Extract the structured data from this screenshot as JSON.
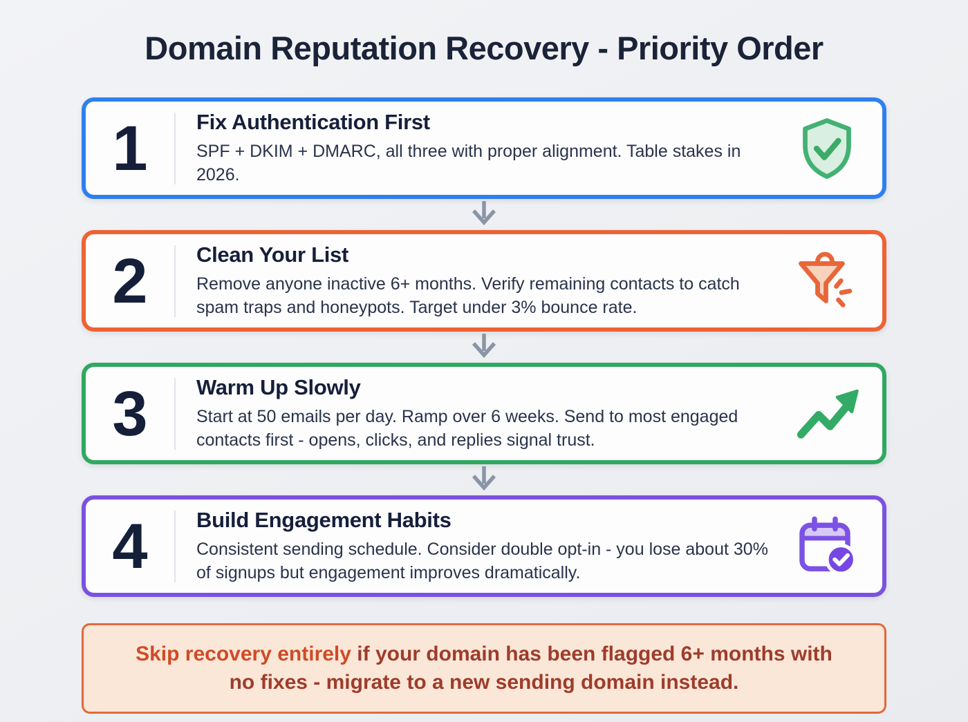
{
  "page": {
    "title": "Domain Reputation Recovery - Priority Order",
    "background_color": "#edeff2",
    "title_color": "#1a2338"
  },
  "steps": [
    {
      "number": "1",
      "title": "Fix Authentication First",
      "description": "SPF + DKIM + DMARC, all three with proper alignment. Table stakes in 2026.",
      "accent_color": "#2e80ee",
      "icon": "shield-check-icon",
      "icon_color": "#43b173"
    },
    {
      "number": "2",
      "title": "Clean Your List",
      "description": "Remove anyone inactive 6+ months. Verify remaining contacts to catch spam traps and honeypots. Target under 3% bounce rate.",
      "accent_color": "#ee6233",
      "icon": "funnel-icon",
      "icon_color": "#e8663a"
    },
    {
      "number": "3",
      "title": "Warm Up Slowly",
      "description": "Start at 50 emails per day. Ramp over 6 weeks. Send to most engaged contacts first - opens, clicks, and replies signal trust.",
      "accent_color": "#2fa860",
      "icon": "trend-up-icon",
      "icon_color": "#33ab66"
    },
    {
      "number": "4",
      "title": "Build Engagement Habits",
      "description": "Consistent sending schedule. Consider double opt-in - you lose about 30% of signups but engagement improves dramatically.",
      "accent_color": "#7b51e0",
      "icon": "calendar-check-icon",
      "icon_color": "#7c52e4"
    }
  ],
  "flow": {
    "arrow_color": "#8a95a7",
    "arrow_icon": "down-arrow-icon"
  },
  "warning": {
    "highlight": "Skip recovery entirely",
    "text": " if your domain has been flagged 6+ months with no fixes - migrate to a new sending domain instead.",
    "highlight_color": "#cf4b26",
    "text_color": "#9e3c2b",
    "background_color": "#fbe7d8",
    "border_color": "#e2683c"
  }
}
